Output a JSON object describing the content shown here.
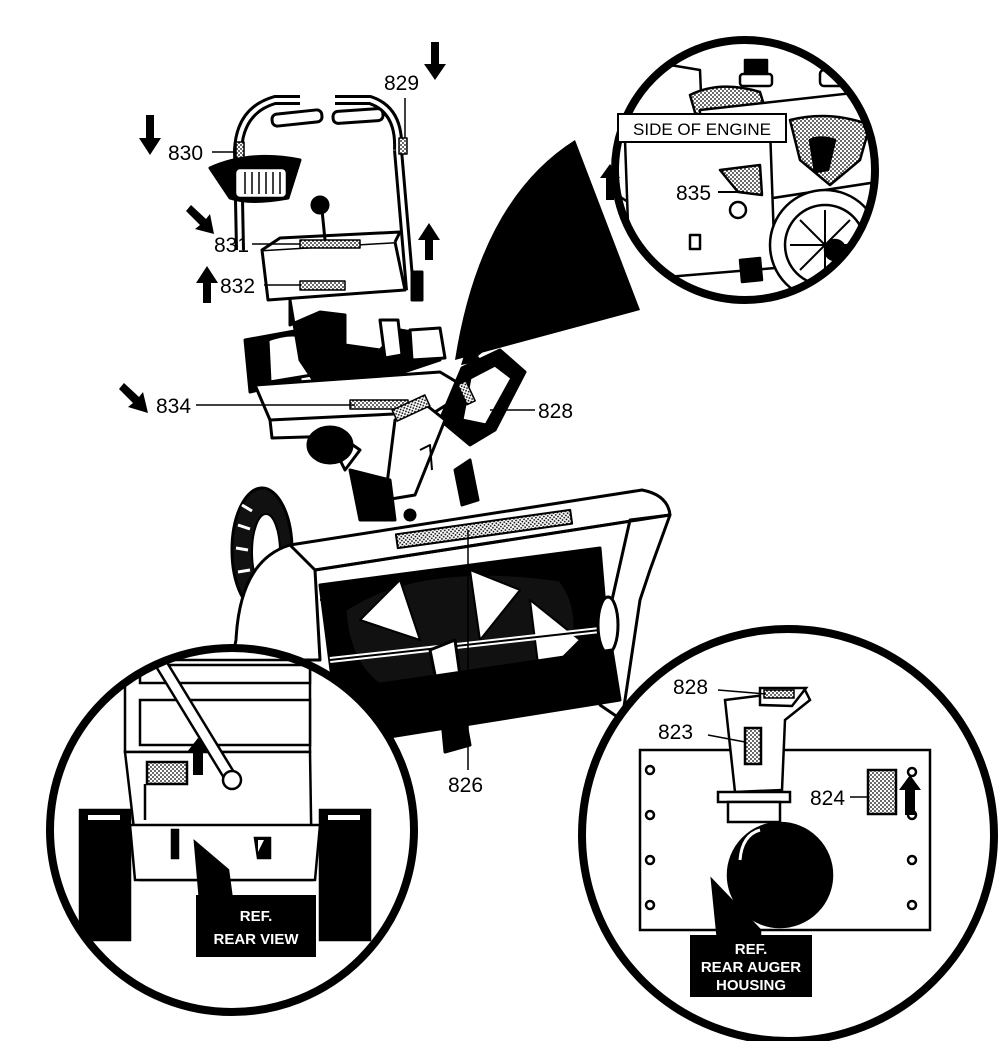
{
  "callouts": {
    "c829": "829",
    "c830": "830",
    "c831": "831",
    "c832": "832",
    "c834": "834",
    "c828": "828",
    "c835": "835",
    "c826": "826",
    "c828b": "828",
    "c823": "823",
    "c824": "824"
  },
  "labels": {
    "side_of_engine": "SIDE OF ENGINE",
    "rear_view_line1": "REF.",
    "rear_view_line2": "REAR VIEW",
    "rear_auger_line1": "REF.",
    "rear_auger_line2": "REAR AUGER",
    "rear_auger_line3": "HOUSING"
  },
  "colors": {
    "ink": "#000000",
    "paper": "#ffffff",
    "decal_fill": "#9a9a9a"
  }
}
